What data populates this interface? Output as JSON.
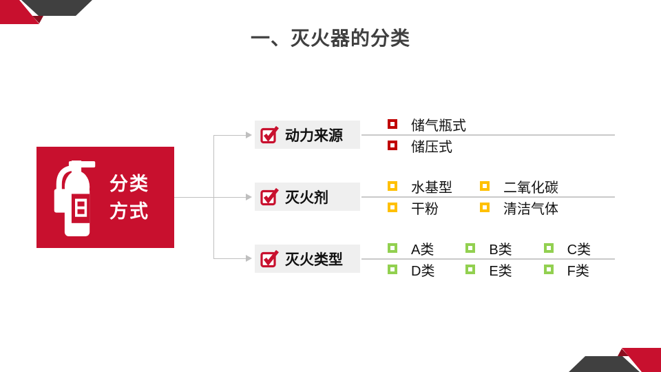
{
  "slide": {
    "title": "一、灭火器的分类",
    "root": {
      "label_line1": "分类",
      "label_line2": "方式",
      "icon": "fire-extinguisher-icon"
    },
    "branches": [
      {
        "label": "动力来源",
        "icon": "checked-checkbox-icon",
        "bullet_color": "#c00000",
        "rows": [
          [
            "储气瓶式"
          ],
          [
            "储压式"
          ]
        ]
      },
      {
        "label": "灭火剂",
        "icon": "checked-checkbox-icon",
        "bullet_color": "#ffc000",
        "rows": [
          [
            "水基型",
            "二氧化碳"
          ],
          [
            "干粉",
            "清洁气体"
          ]
        ]
      },
      {
        "label": "灭火类型",
        "icon": "checked-checkbox-icon",
        "bullet_color": "#92d050",
        "rows": [
          [
            "A类",
            "B类",
            "C类"
          ],
          [
            "D类",
            "E类",
            "F类"
          ]
        ]
      }
    ],
    "colors": {
      "accent_red": "#c8102e",
      "dark_maroon": "#8b0e1f",
      "decor_gray": "#404040",
      "title_gray": "#3f3f3f",
      "label_box_bg": "#efefef",
      "connector_gray": "#bfbfbf",
      "divider_gray": "#c9c9c9",
      "bullet_red": "#c00000",
      "bullet_amber": "#ffc000",
      "bullet_green": "#92d050"
    }
  }
}
